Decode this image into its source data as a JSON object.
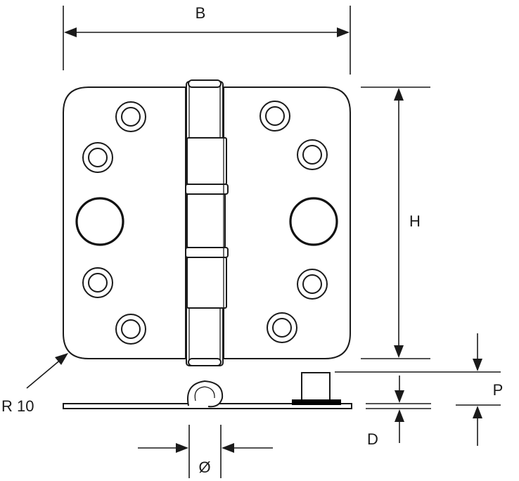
{
  "labels": {
    "width": "B",
    "height": "H",
    "radius": "R 10",
    "pin_diameter": "Ø",
    "thickness": "D",
    "projection": "P"
  },
  "colors": {
    "line": "#1a1a1a",
    "background": "#ffffff",
    "bearing_ring": "#000000"
  }
}
